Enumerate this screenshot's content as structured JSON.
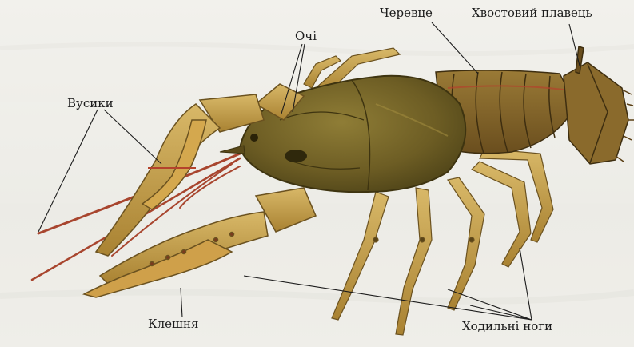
{
  "labels": {
    "eyes": "Очі",
    "abdomen": "Черевце",
    "tail_fan": "Хвостовий плавець",
    "antennae": "Вусики",
    "claw": "Клешня",
    "walking_legs": "Ходильні ноги"
  },
  "colors": {
    "background": "#f3f2ee",
    "body_olive": "#7a6a2e",
    "body_dark": "#4e4418",
    "limb_tan": "#c7a24f",
    "accent_red": "#b4432c",
    "leader_line": "#1c1c1c"
  }
}
